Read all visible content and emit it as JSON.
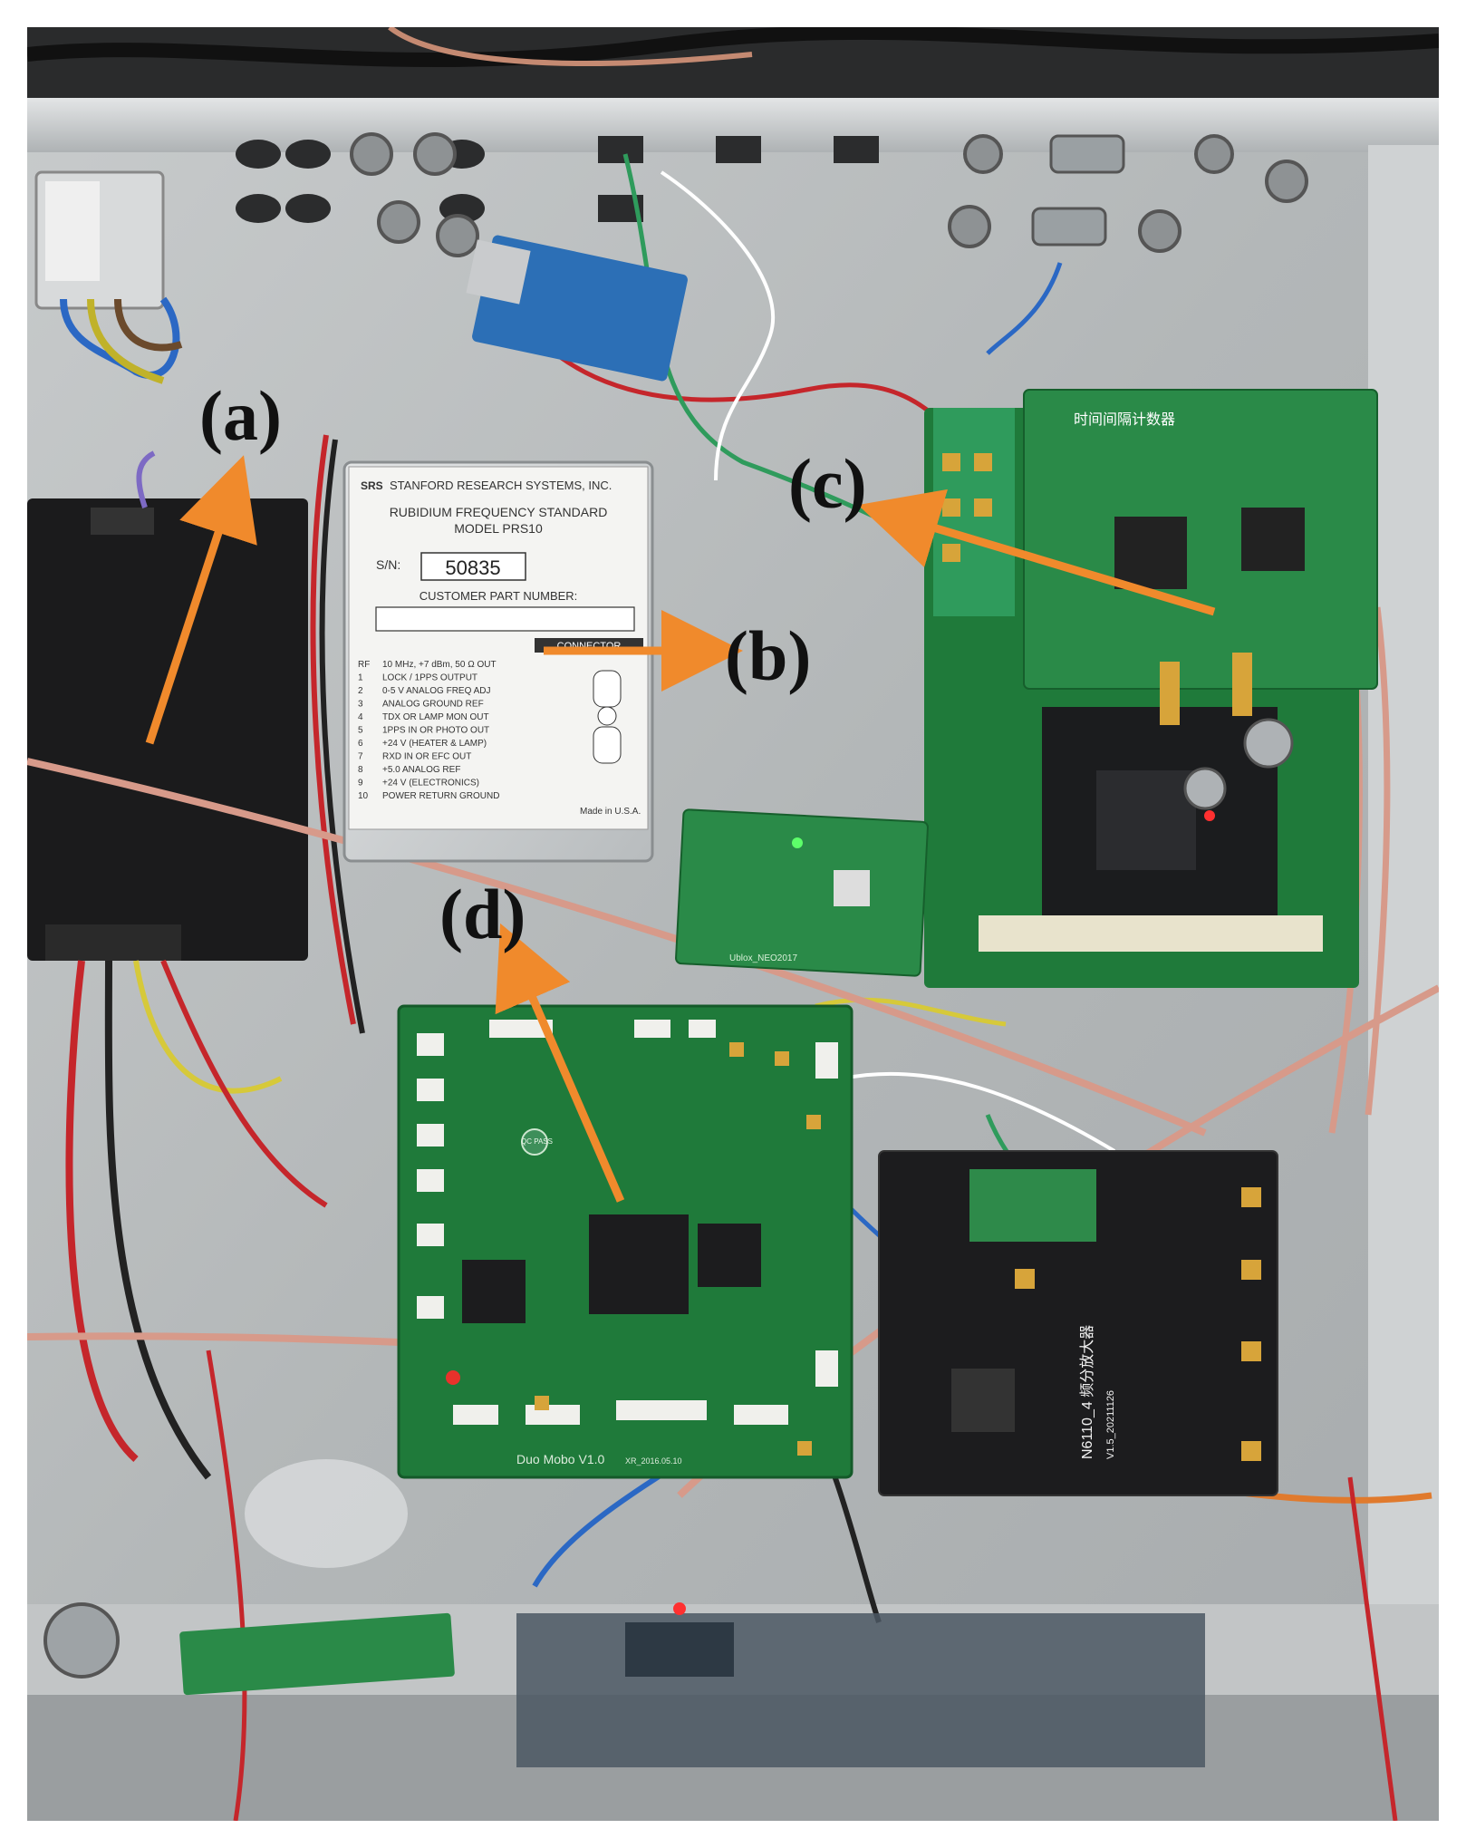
{
  "figure": {
    "labels": {
      "a": "(a)",
      "b": "(b)",
      "c": "(c)",
      "d": "(d)"
    },
    "arrow_color": "#f08a2c"
  },
  "rubidium_module": {
    "maker": "STANFORD RESEARCH SYSTEMS, INC.",
    "logo": "SRS",
    "title_line1": "RUBIDIUM FREQUENCY STANDARD",
    "title_line2": "MODEL PRS10",
    "serial_label": "S/N:",
    "serial": "50835",
    "customer_part": "CUSTOMER PART NUMBER:",
    "connector_header": "CONNECTOR",
    "pins": [
      {
        "pin": "RF",
        "desc": "10 MHz, +7 dBm, 50 Ω OUT"
      },
      {
        "pin": "1",
        "desc": "LOCK / 1PPS OUTPUT"
      },
      {
        "pin": "2",
        "desc": "0-5 V ANALOG FREQ ADJ"
      },
      {
        "pin": "3",
        "desc": "ANALOG GROUND REF"
      },
      {
        "pin": "4",
        "desc": "TDX OR LAMP MON OUT"
      },
      {
        "pin": "5",
        "desc": "1PPS IN OR PHOTO OUT"
      },
      {
        "pin": "6",
        "desc": "+24 V (HEATER & LAMP)"
      },
      {
        "pin": "7",
        "desc": "RXD IN OR EFC OUT"
      },
      {
        "pin": "8",
        "desc": "+5.0 ANALOG REF"
      },
      {
        "pin": "9",
        "desc": "+24 V (ELECTRONICS)"
      },
      {
        "pin": "10",
        "desc": "POWER RETURN GROUND"
      }
    ],
    "made_in": "Made in U.S.A."
  },
  "board_labels": {
    "tic_board": "时间间隔计数器",
    "mobo": "Duo Mobo V1.0",
    "mobo_date": "XR_2016.05.10",
    "amp_board": "N6110_4 频分放大器",
    "amp_version": "V1.5_20211126",
    "gps_module": "Ublox_NEO2017",
    "qc": "QC PASS"
  },
  "colors": {
    "chassis": "#b9bcbd",
    "green_pcb": "#1f7a3a",
    "black_pcb": "#1c1c1e",
    "coax": "#d79a8a"
  }
}
